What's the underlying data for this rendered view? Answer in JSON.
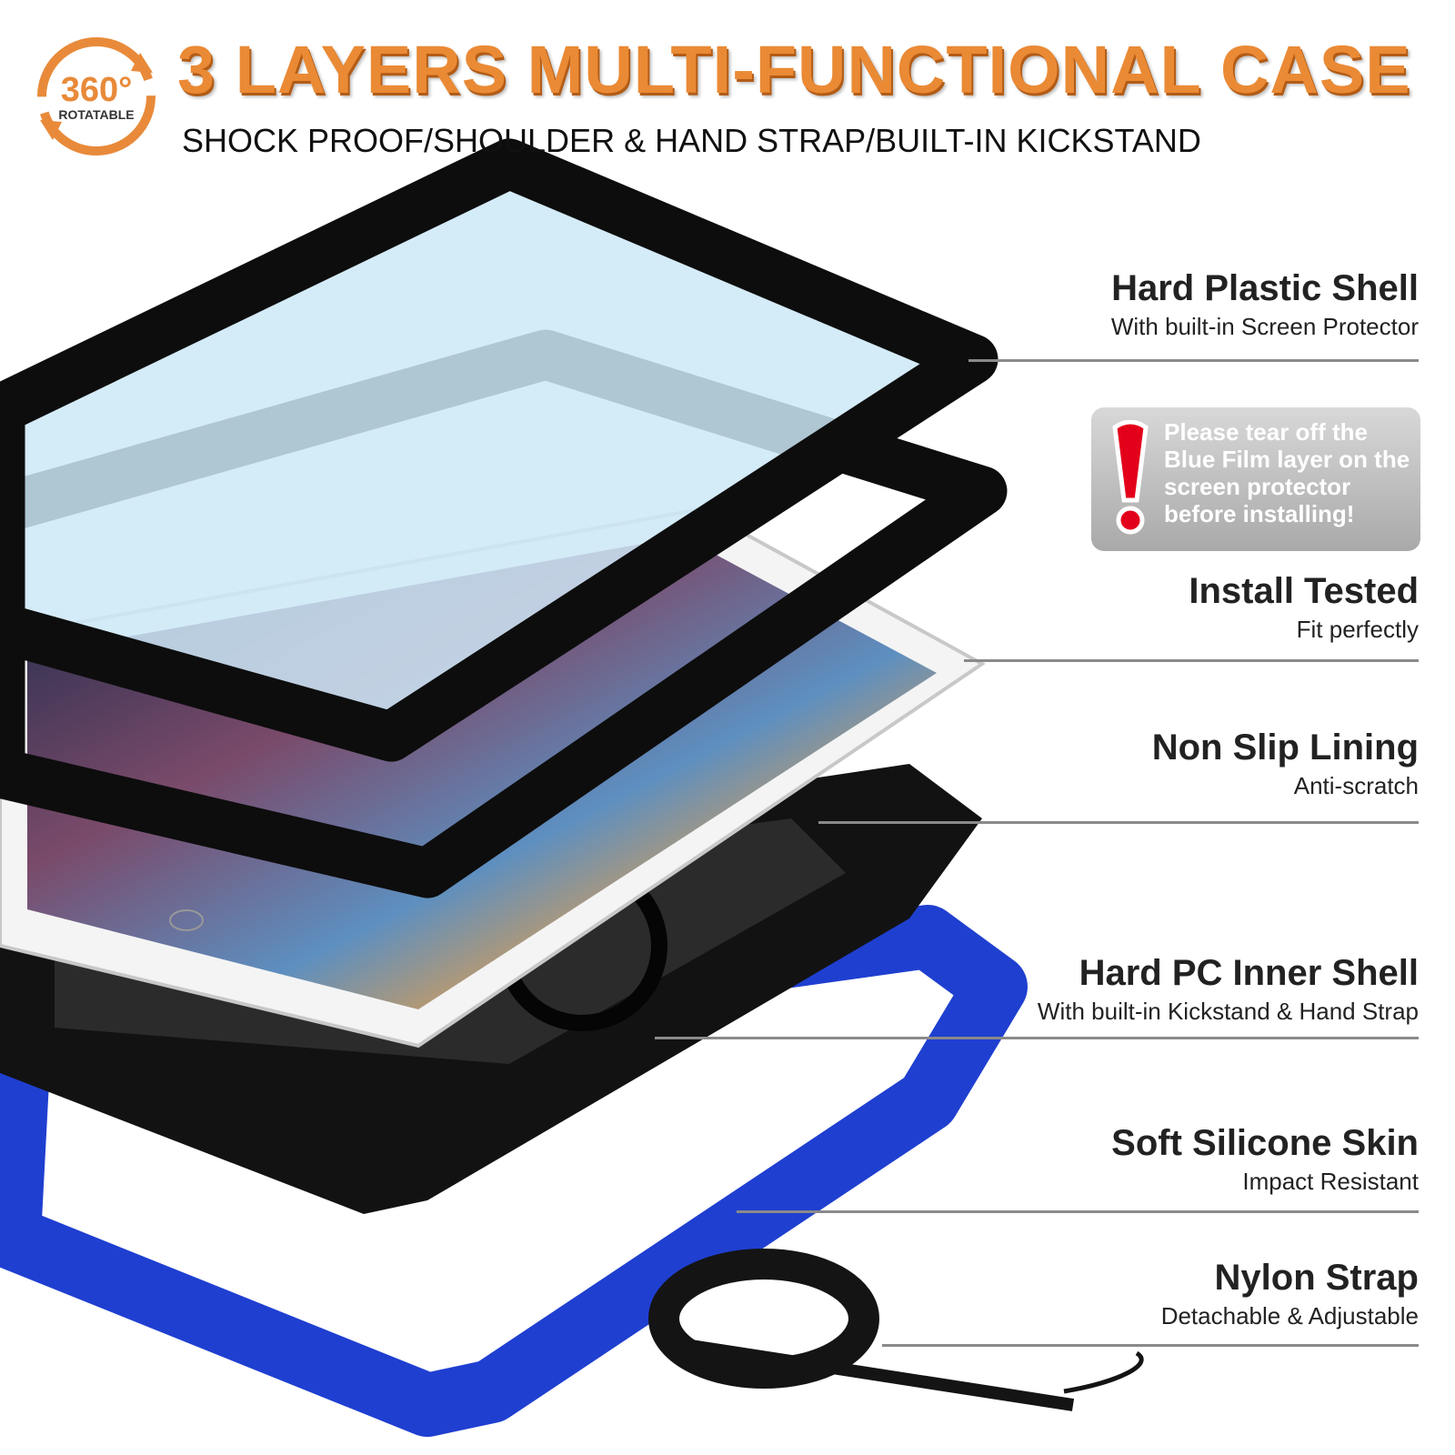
{
  "badge": {
    "degrees": "360°",
    "label": "ROTATABLE"
  },
  "header": {
    "title": "3 LAYERS MULTI-FUNCTIONAL CASE",
    "subtitle": "SHOCK PROOF/SHOULDER & HAND STRAP/BUILT-IN KICKSTAND"
  },
  "warning": {
    "icon": "exclamation-icon",
    "text": "Please tear off the Blue Film layer on the screen protector before installing!"
  },
  "features": [
    {
      "heading": "Hard Plastic Shell",
      "sub": "With built-in Screen Protector"
    },
    {
      "heading": "Install Tested",
      "sub": "Fit perfectly"
    },
    {
      "heading": "Non Slip Lining",
      "sub": "Anti-scratch"
    },
    {
      "heading": "Hard PC Inner Shell",
      "sub": "With built-in Kickstand & Hand Strap"
    },
    {
      "heading": "Soft Silicone Skin",
      "sub": "Impact Resistant"
    },
    {
      "heading": "Nylon Strap",
      "sub": "Detachable & Adjustable"
    }
  ],
  "colors": {
    "accent": "#ea8a35",
    "silicone": "#1f3fd0",
    "shell": "#111111",
    "screen_film": "#cde8f7"
  }
}
